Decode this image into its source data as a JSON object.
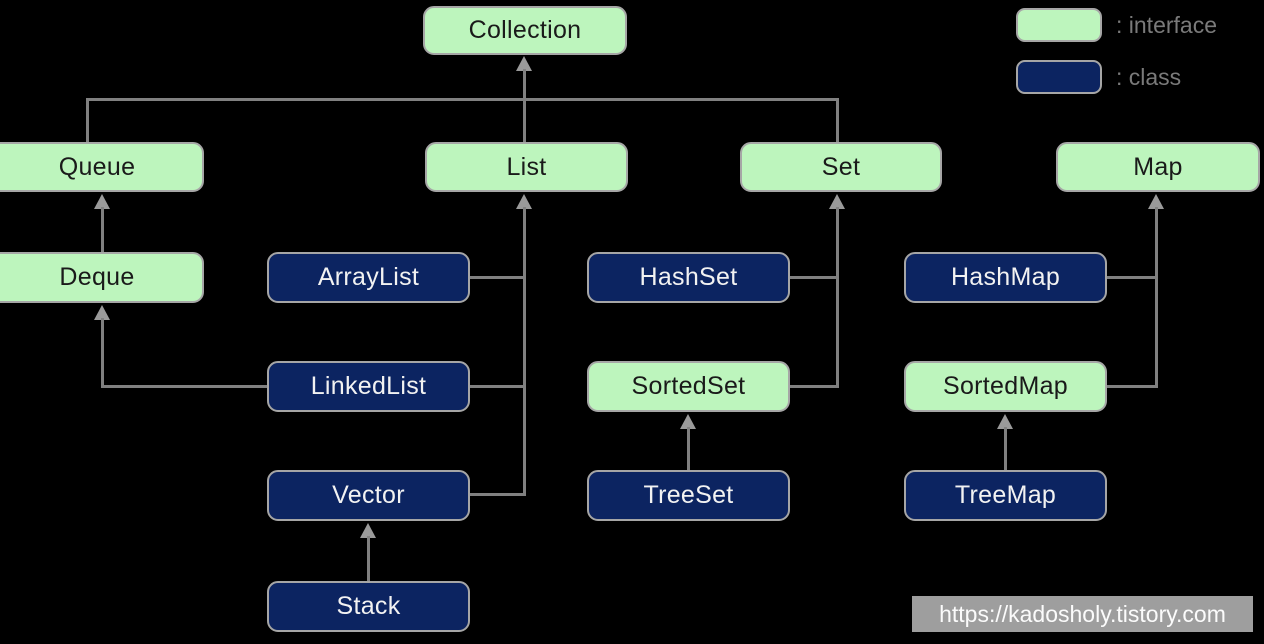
{
  "colors": {
    "background": "#000000",
    "interface_fill": "#bdf5bd",
    "class_fill": "#0c2461",
    "box_border": "#a6a6a6",
    "line": "#808080",
    "arrow": "#9a9a9a",
    "interface_text": "#1a1a1a",
    "class_text": "#f2f2f2",
    "legend_text": "#7a7a7a",
    "watermark_bg": "#9e9e9e",
    "watermark_text": "#fbfbfb"
  },
  "nodes": {
    "collection": {
      "label": "Collection",
      "type": "interface"
    },
    "queue": {
      "label": "Queue",
      "type": "interface"
    },
    "list": {
      "label": "List",
      "type": "interface"
    },
    "set": {
      "label": "Set",
      "type": "interface"
    },
    "map": {
      "label": "Map",
      "type": "interface"
    },
    "deque": {
      "label": "Deque",
      "type": "interface"
    },
    "arraylist": {
      "label": "ArrayList",
      "type": "class"
    },
    "hashset": {
      "label": "HashSet",
      "type": "class"
    },
    "hashmap": {
      "label": "HashMap",
      "type": "class"
    },
    "linkedlist": {
      "label": "LinkedList",
      "type": "class"
    },
    "sortedset": {
      "label": "SortedSet",
      "type": "interface"
    },
    "sortedmap": {
      "label": "SortedMap",
      "type": "interface"
    },
    "vector": {
      "label": "Vector",
      "type": "class"
    },
    "treeset": {
      "label": "TreeSet",
      "type": "class"
    },
    "treemap": {
      "label": "TreeMap",
      "type": "class"
    },
    "stack": {
      "label": "Stack",
      "type": "class"
    }
  },
  "edges": [
    "Queue -> Collection",
    "List -> Collection",
    "Set -> Collection",
    "Deque -> Queue",
    "LinkedList -> Deque",
    "ArrayList -> List",
    "LinkedList -> List",
    "Vector -> List",
    "Stack -> Vector",
    "HashSet -> Set",
    "SortedSet -> Set",
    "TreeSet -> SortedSet",
    "HashMap -> Map",
    "SortedMap -> Map",
    "TreeMap -> SortedMap"
  ],
  "legend": {
    "interface_label": ": interface",
    "class_label": ": class"
  },
  "watermark": "https://kadosholy.tistory.com"
}
